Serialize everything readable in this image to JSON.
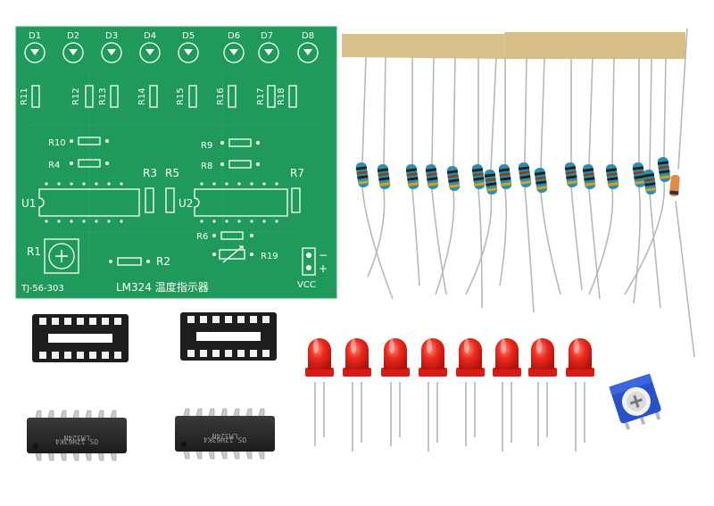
{
  "pcb": {
    "diodes": [
      "D1",
      "D2",
      "D3",
      "D4",
      "D5",
      "D6",
      "D7",
      "D8"
    ],
    "vertical_resistors": [
      "R11",
      "R12",
      "R13",
      "R14",
      "R15",
      "R16",
      "R17",
      "R18"
    ],
    "labels": {
      "r10": "R10",
      "r4": "R4",
      "r9": "R9",
      "r8": "R8",
      "r3": "R3",
      "r5": "R5",
      "r7": "R7",
      "u1": "U1",
      "u2": "U2",
      "r6": "R6",
      "r19": "R19",
      "r1": "R1",
      "r2": "R2",
      "minus": "−",
      "plus": "+",
      "vcc": "VCC"
    },
    "board_code": "TJ-56-303",
    "title": "LM324 温度指示器"
  },
  "ics": {
    "marking_line1": "LM324N",
    "marking_line2": "OS 17H63K4"
  },
  "colors": {
    "pcb": "#1f9a5a",
    "silkscreen": "#ffffff",
    "led": "#e8231c",
    "resistor_body": "#2c8fb0",
    "tape": "#d8c08a",
    "ic_body": "#262626",
    "trimmer": "#2a52c8"
  }
}
